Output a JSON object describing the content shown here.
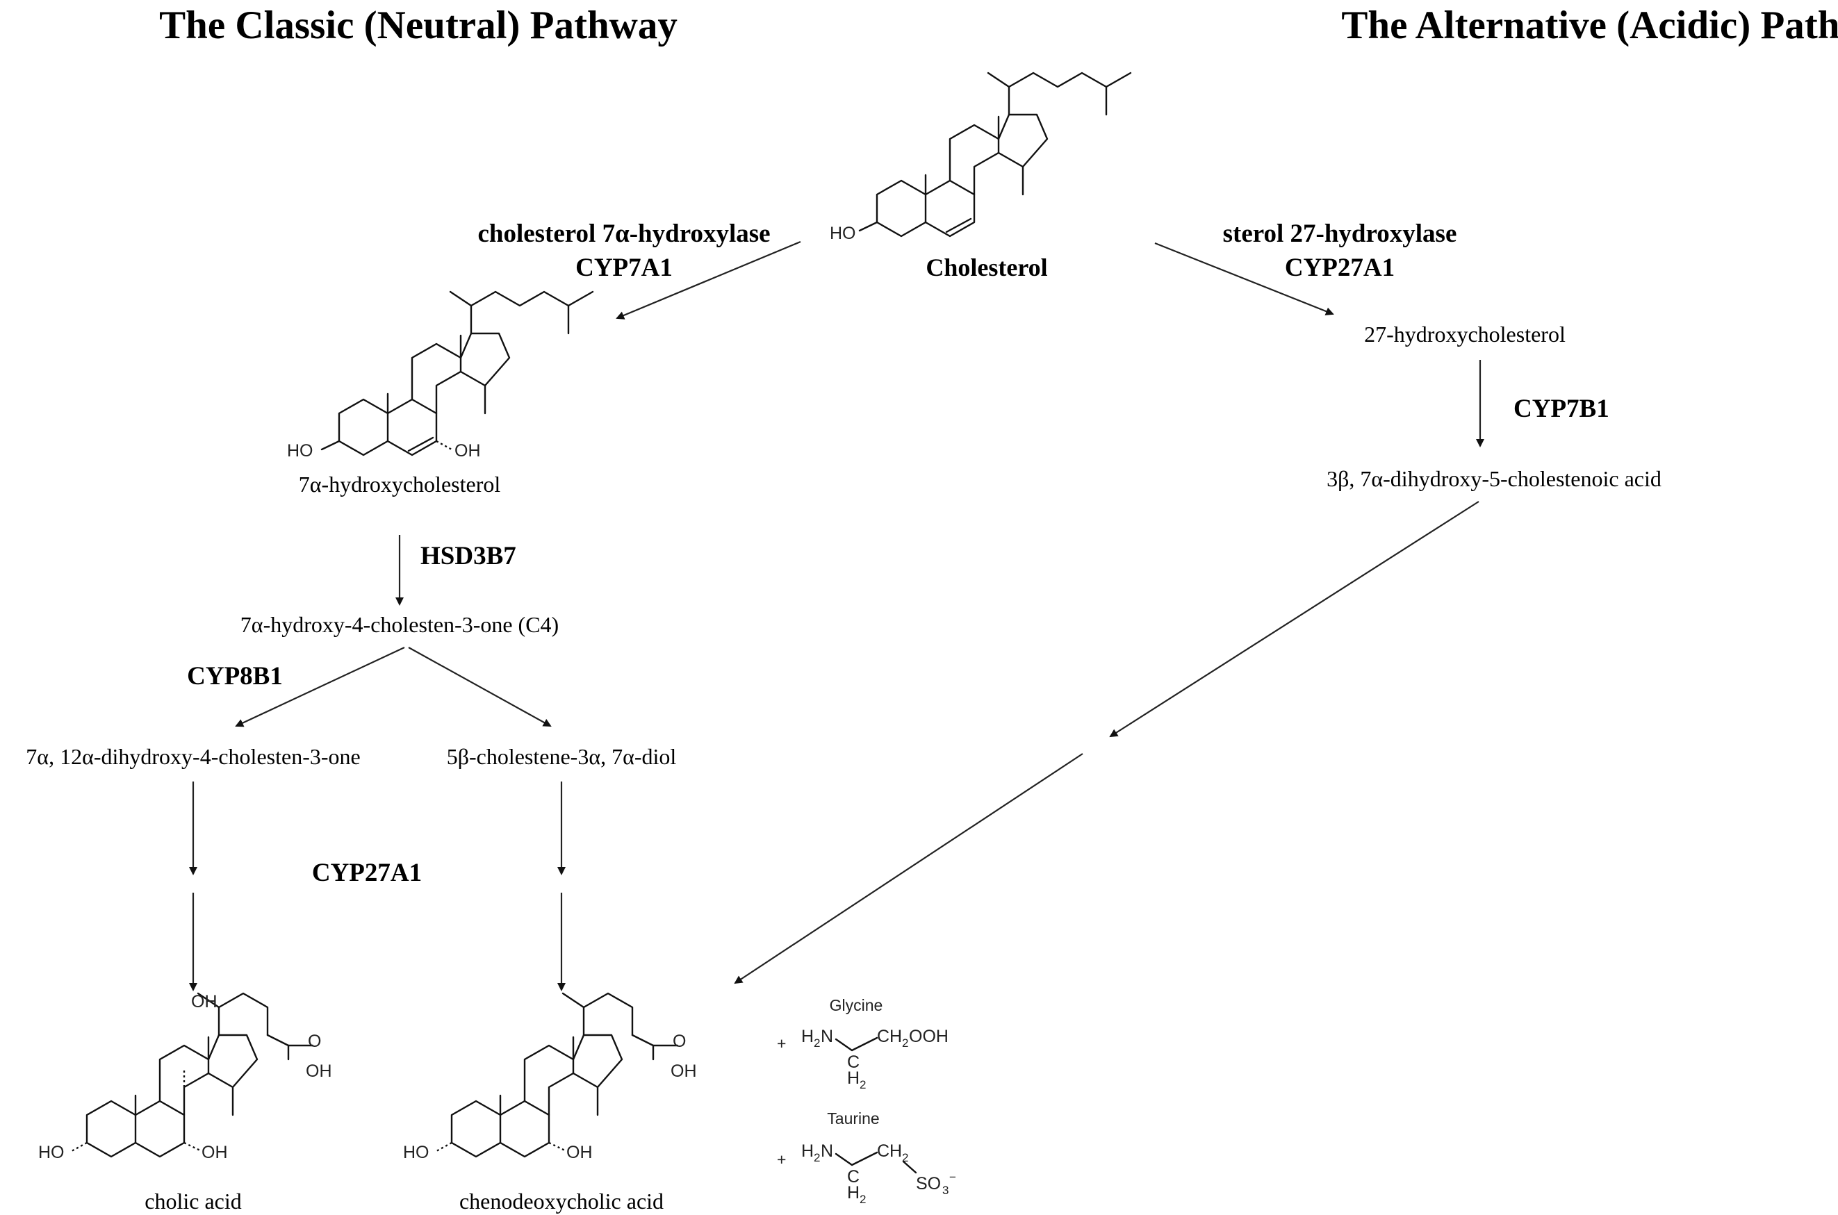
{
  "titles": {
    "classic": "The Classic (Neutral) Pathway",
    "alternative": "The Alternative (Acidic) Pathway"
  },
  "enzymes": {
    "cyp7a1_name": "cholesterol 7α-hydroxylase",
    "cyp7a1": "CYP7A1",
    "cyp27a1_name": "sterol 27-hydroxylase",
    "cyp27a1": "CYP27A1",
    "cyp7b1": "CYP7B1",
    "hsd3b7": "HSD3B7",
    "cyp8b1": "CYP8B1",
    "cyp27a1_lower": "CYP27A1"
  },
  "metabolites": {
    "cholesterol": "Cholesterol",
    "hydroxy7a": "7α-hydroxycholesterol",
    "hydroxy27": "27-hydroxycholesterol",
    "dihydroxy_acid": "3β, 7α-dihydroxy-5-cholestenoic acid",
    "c4": "7α-hydroxy-4-cholesten-3-one (C4)",
    "dihydroxy_one": "7α, 12α-dihydroxy-4-cholesten-3-one",
    "diol": "5β-cholestene-3α, 7α-diol",
    "cholic_acid": "cholic acid",
    "cdca": "chenodeoxycholic acid"
  },
  "atoms": {
    "ho": "HO",
    "oh": "OH",
    "o": "O"
  },
  "conjugates": {
    "glycine": "Glycine",
    "taurine": "Taurine",
    "plus": "+",
    "h": "H",
    "n": "N",
    "c": "C",
    "ch": "CH",
    "ooh": "OOH",
    "so": "SO",
    "sub2": "2",
    "sub3": "3",
    "sup_minus": "−"
  }
}
